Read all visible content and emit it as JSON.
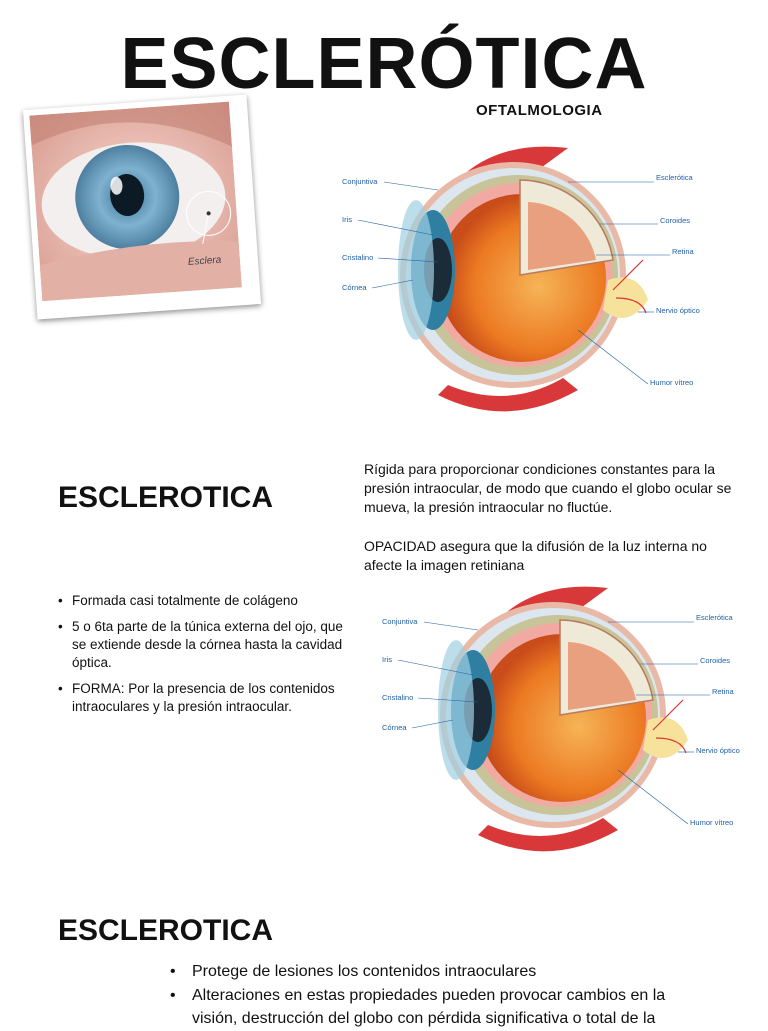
{
  "slide1": {
    "title": "ESCLERÓTICA",
    "subtitle": "OFTALMOLOGIA",
    "photo_label": "Esclera",
    "diagram_labels": {
      "conjuntiva": "Conjuntiva",
      "iris": "Iris",
      "cristalino": "Cristalino",
      "cornea": "Córnea",
      "esclerotica": "Esclerótica",
      "coroides": "Coroides",
      "retina": "Retina",
      "nervio": "Nervio óptico",
      "humor": "Humor vítreo"
    }
  },
  "slide2": {
    "heading": "ESCLEROTICA",
    "para1": "Rígida para proporcionar condiciones constantes para la presión intraocular, de modo que cuando el globo ocular se mueva, la presión intraocular no fluctúe.",
    "para2": "OPACIDAD asegura que la difusión de la luz interna no afecte la imagen retiniana",
    "bullets": [
      "Formada casi totalmente de colágeno",
      "5 o 6ta parte de la túnica externa del ojo, que se extiende desde la córnea hasta la cavidad óptica.",
      "FORMA: Por la presencia de los contenidos intraoculares y la presión intraocular."
    ]
  },
  "slide3": {
    "heading": "ESCLEROTICA",
    "bullets": [
      "Protege de lesiones los contenidos intraoculares",
      "Alteraciones en estas propiedades pueden provocar cambios en la visión, destrucción del globo con pérdida significativa o total de la"
    ]
  },
  "colors": {
    "label_blue": "#1f5fa8",
    "iris_blue": "#6fa6c8",
    "vitreous_orange": "#f08a2a",
    "muscle_red": "#d9383a"
  }
}
